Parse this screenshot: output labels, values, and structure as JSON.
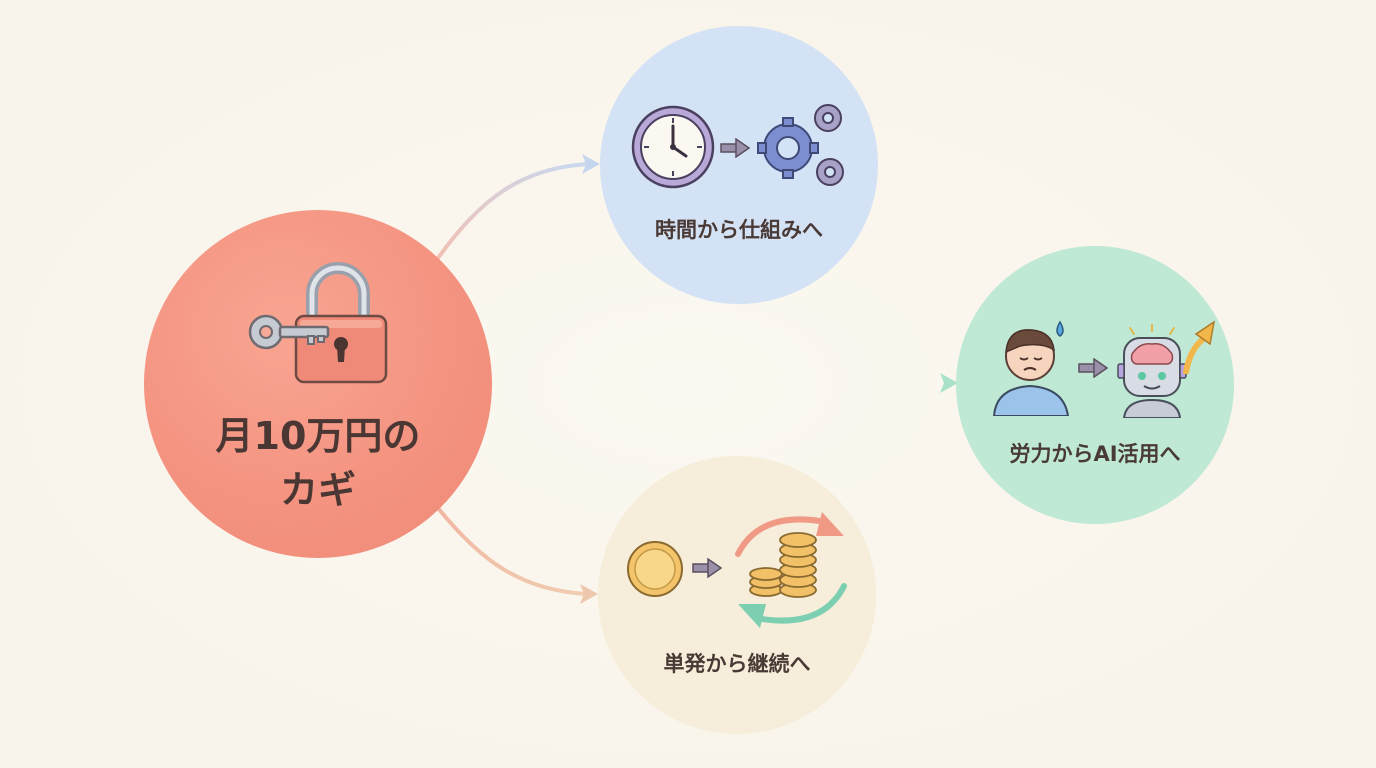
{
  "hub": {
    "title_line1": "月10万円の",
    "title_line2": "カギ",
    "icon": "key-and-padlock-icon",
    "color": "#f3927f"
  },
  "nodes": [
    {
      "id": "system",
      "label": "時間から仕組みへ",
      "icons": [
        "clock-icon",
        "arrow-right-icon",
        "gears-icon"
      ],
      "color": "#d3e2f5"
    },
    {
      "id": "ai",
      "label": "労力からAI活用へ",
      "icons": [
        "tired-person-icon",
        "arrow-right-icon",
        "ai-robot-icon",
        "growth-arrow-icon"
      ],
      "color": "#bfe9d4"
    },
    {
      "id": "continuous",
      "label": "単発から継続へ",
      "icons": [
        "coin-icon",
        "arrow-right-icon",
        "coin-stack-cycle-icon"
      ],
      "color": "#f6eedb"
    }
  ]
}
